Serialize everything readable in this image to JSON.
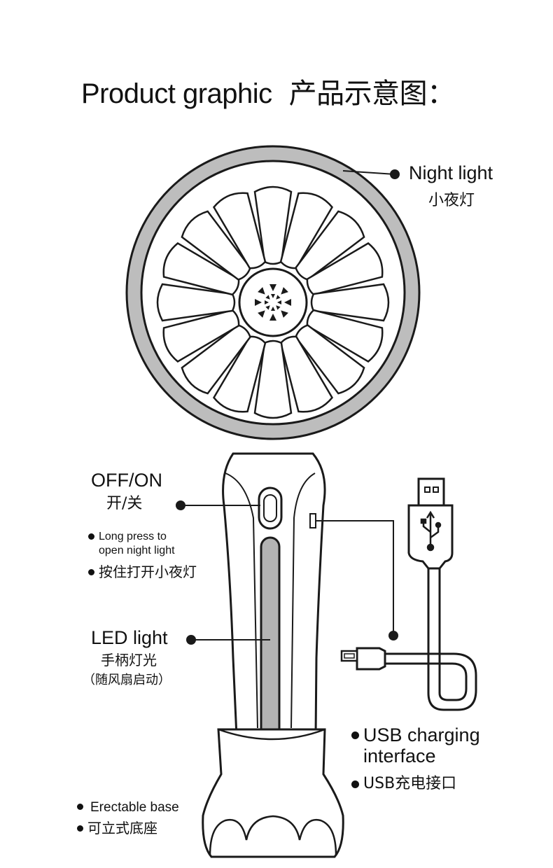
{
  "title": {
    "en": "Product graphic",
    "zh": "产品示意图："
  },
  "labels": {
    "night_light": {
      "en": "Night light",
      "zh": "小夜灯"
    },
    "power_switch": {
      "en": "OFF/ON",
      "zh": "开/关",
      "note_en_1": "Long press to",
      "note_en_2": "open night light",
      "note_zh": "按住打开小夜灯"
    },
    "led_light": {
      "en": "LED light",
      "zh": "手柄灯光",
      "zh_note": "（随风扇启动）"
    },
    "usb": {
      "en_1": "USB charging",
      "en_2": "interface",
      "zh": "USB充电接口"
    },
    "base": {
      "en": "Erectable base",
      "zh": "可立式底座"
    }
  },
  "colors": {
    "outline": "#1a1a1a",
    "ring_fill": "#bdbdbd",
    "led_fill": "#b3b3b3",
    "background": "#ffffff"
  },
  "icons": [
    "usb-trident-icon",
    "fan-blades-icon",
    "star-vent-icon"
  ]
}
